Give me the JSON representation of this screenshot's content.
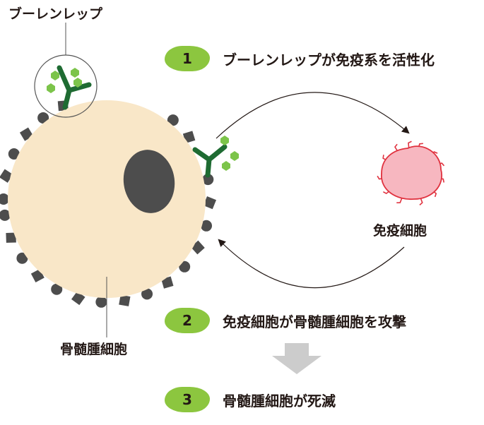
{
  "labels": {
    "bren_label": "ブーレンレップ",
    "immune_cell_label": "免疫細胞",
    "myeloma_cell_label": "骨髄腫細胞"
  },
  "steps": [
    {
      "number": "1",
      "text": "ブーレンレップが免疫系を活性化"
    },
    {
      "number": "2",
      "text": "免疫細胞が骨髄腫細胞を攻撃"
    },
    {
      "number": "3",
      "text": "骨髄腫細胞が死滅"
    }
  ],
  "colors": {
    "pill_green": "#8cc63f",
    "myeloma_fill": "#f9e7c8",
    "nucleus": "#4d4d4d",
    "surface_marker": "#4d4d4d",
    "antibody": "#1e6b32",
    "drug_payload": "#7cc44a",
    "immune_cell_fill": "#f7b7c0",
    "immune_cell_stroke": "#e0323f",
    "arrow": "#231815",
    "down_arrow": "#cccccc"
  }
}
